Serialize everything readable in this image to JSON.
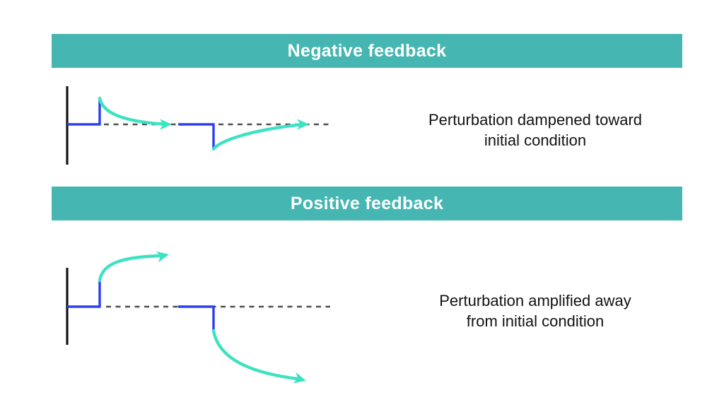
{
  "colors": {
    "background": "#ffffff",
    "banner": "#45b6b1",
    "banner_text": "#ffffff",
    "axis": "#141414",
    "signal": "#2a3ef0",
    "arrow": "#3ce2c2",
    "dashed": "#4d4d4d",
    "caption": "#121212"
  },
  "sections": [
    {
      "title": "Negative feedback",
      "caption": {
        "line1": "Perturbation dampened toward",
        "line2": "initial condition"
      },
      "plot_meaning": "step perturbations up and down decay back to the dashed initial-condition baseline"
    },
    {
      "title": "Positive feedback",
      "caption": {
        "line1": "Perturbation amplified away",
        "line2": "from initial condition"
      },
      "plot_meaning": "step perturbations up and down grow away from the dashed initial-condition baseline"
    }
  ]
}
